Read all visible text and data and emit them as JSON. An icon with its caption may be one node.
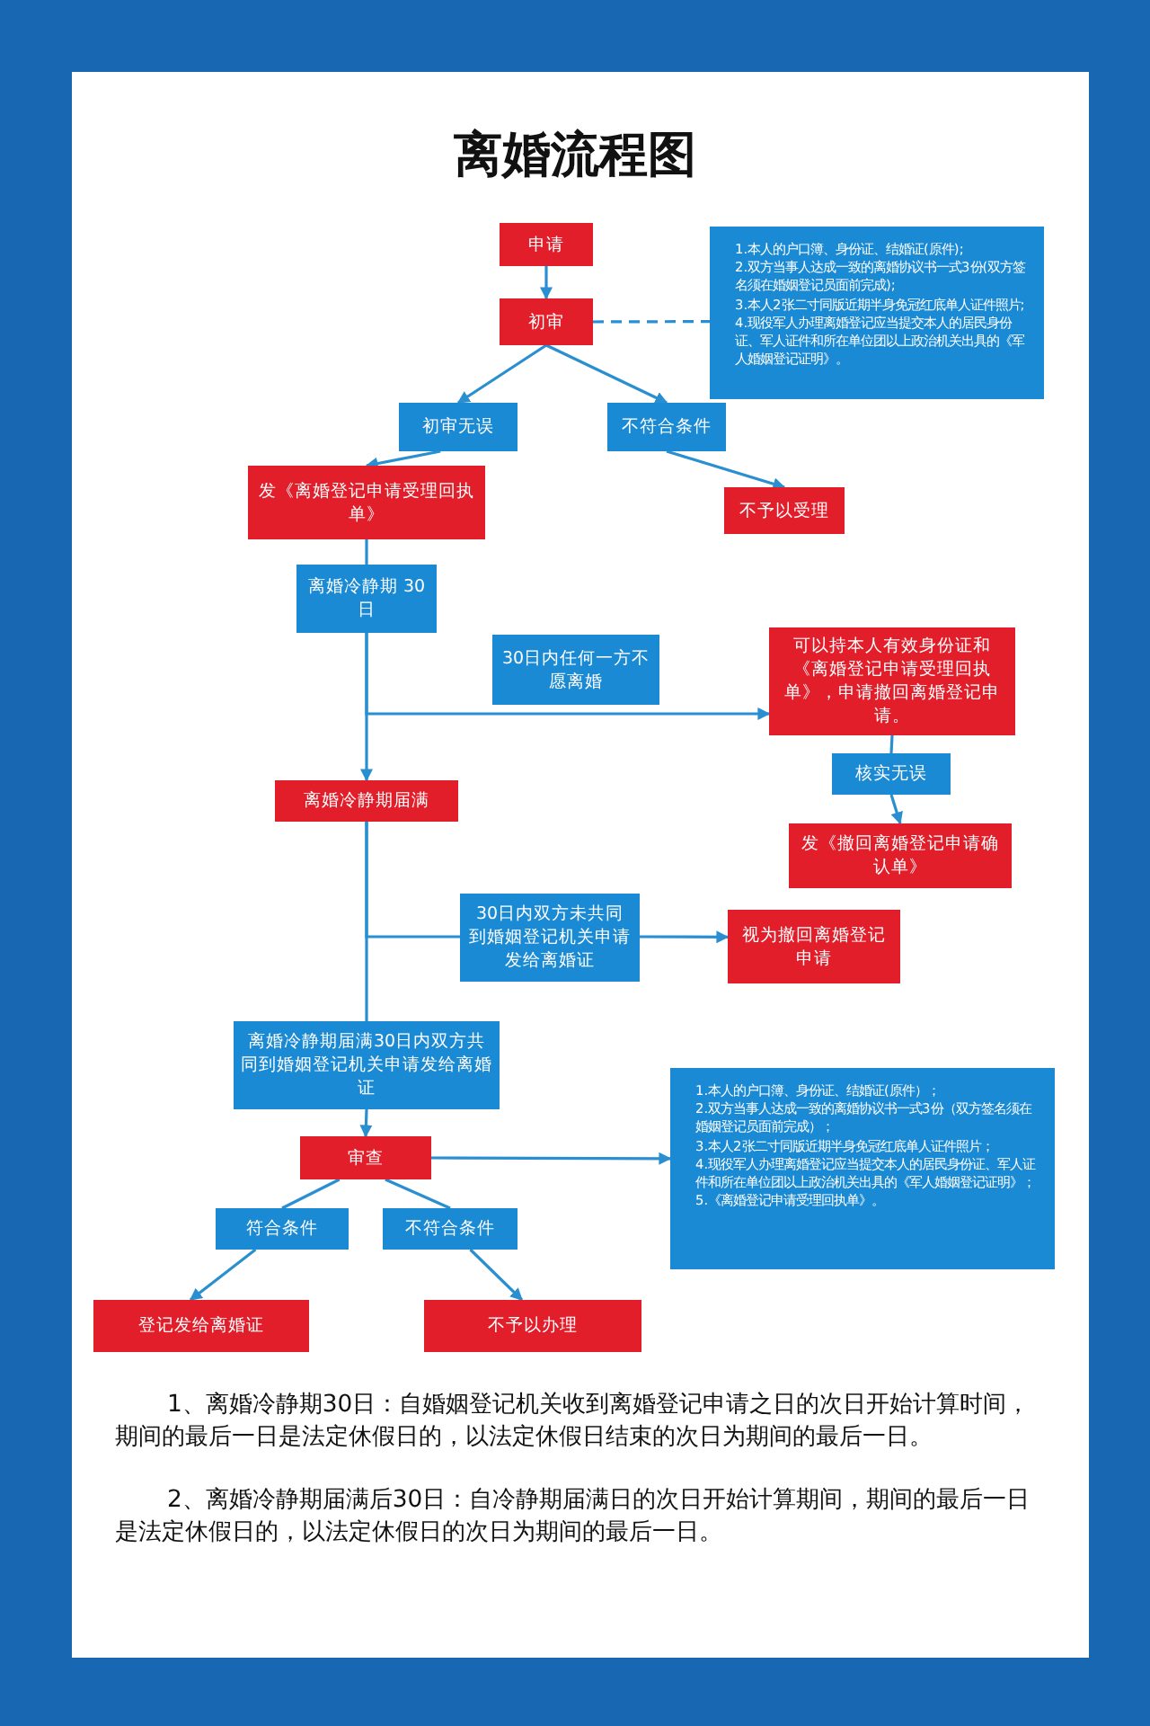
{
  "diagram": {
    "title": "离婚流程图",
    "nodes": [
      {
        "text": [
          "申请"
        ]
      },
      {
        "text": [
          "初审"
        ]
      },
      {
        "text": [
          "1.本人的户口簿、身份证、结婚证(原件);",
          "2.双方当事人达成一致的离婚协议书一式3份(双方签名须在婚姻登记员面前完成);",
          "3.本人2张二寸同版近期半身免冠红底单人证件照片;",
          "4.现役军人办理离婚登记应当提交本人的居民身份证、军人证件和所在单位团以上政治机关出具的《军人婚姻登记证明》。"
        ]
      },
      {
        "text": [
          "初审无误"
        ]
      },
      {
        "text": [
          "不符合条件"
        ]
      },
      {
        "text": [
          "发《离婚登记申请受理回执单》"
        ]
      },
      {
        "text": [
          "不予以受理"
        ]
      },
      {
        "text": [
          "离婚冷静期 30日"
        ]
      },
      {
        "text": [
          "30日内任何一方不愿离婚"
        ]
      },
      {
        "text": [
          "可以持本人有效身份证和《离婚登记申请受理回执单》，申请撤回离婚登记申请。"
        ]
      },
      {
        "text": [
          "核实无误"
        ]
      },
      {
        "text": [
          "发《撤回离婚登记申请确认单》"
        ]
      },
      {
        "text": [
          "离婚冷静期届满"
        ]
      },
      {
        "text": [
          "30日内双方未共同到婚姻登记机关申请发给离婚证"
        ]
      },
      {
        "text": [
          "视为撤回离婚登记申请"
        ]
      },
      {
        "text": [
          "离婚冷静期届满30日内双方共同到婚姻登记机关申请发给离婚证"
        ]
      },
      {
        "text": [
          "审查"
        ]
      },
      {
        "text": [
          "1.本人的户口簿、身份证、结婚证(原件）；",
          "2.双方当事人达成一致的离婚协议书一式3份（双方签名须在婚姻登记员面前完成）；",
          "3.本人2张二寸同版近期半身免冠红底单人证件照片；",
          "4.现役军人办理离婚登记应当提交本人的居民身份证、军人证件和所在单位团以上政治机关出具的《军人婚姻登记证明》；",
          "5.《离婚登记申请受理回执单》。"
        ]
      },
      {
        "text": [
          "符合条件"
        ]
      },
      {
        "text": [
          "不符合条件"
        ]
      },
      {
        "text": [
          "登记发给离婚证"
        ]
      },
      {
        "text": [
          "不予以办理"
        ]
      }
    ],
    "edges": [
      {
        "from": 0,
        "to": 1,
        "arrow": "to"
      },
      {
        "from": 1,
        "to": 2,
        "arrow": "none",
        "style": "dashed"
      },
      {
        "from": 1,
        "to": 3,
        "arrow": "to"
      },
      {
        "from": 1,
        "to": 4,
        "arrow": "to"
      },
      {
        "from": 3,
        "to": 5,
        "arrow": "to"
      },
      {
        "from": 4,
        "to": 6,
        "arrow": "to"
      },
      {
        "from": 5,
        "to": 7,
        "arrow": "none"
      },
      {
        "from": 7,
        "to": 12,
        "arrow": "to"
      },
      {
        "from": 7,
        "to": 9,
        "arrow": "to"
      },
      {
        "from": 9,
        "to": 10,
        "arrow": "none"
      },
      {
        "from": 10,
        "to": 11,
        "arrow": "to"
      },
      {
        "from": 12,
        "to": 15,
        "arrow": "none"
      },
      {
        "from": 12,
        "to": 13,
        "arrow": "none"
      },
      {
        "from": 13,
        "to": 14,
        "arrow": "to"
      },
      {
        "from": 15,
        "to": 16,
        "arrow": "to"
      },
      {
        "from": 16,
        "to": 17,
        "arrow": "to"
      },
      {
        "from": 16,
        "to": 18,
        "arrow": "none"
      },
      {
        "from": 16,
        "to": 19,
        "arrow": "none"
      },
      {
        "from": 18,
        "to": 20,
        "arrow": "to"
      },
      {
        "from": 19,
        "to": 21,
        "arrow": "to"
      }
    ],
    "labels": [
      "1、离婚冷静期30日：自婚姻登记机关收到离婚登记申请之日的次日开始计算时间，期间的最后一日是法定休假日的，以法定休假日结束的次日为期间的最后一日。",
      "2、离婚冷静期届满后30日：自冷静期届满日的次日开始计算期间，期间的最后一日是法定休假日的，以法定休假日的次日为期间的最后一日。"
    ]
  }
}
